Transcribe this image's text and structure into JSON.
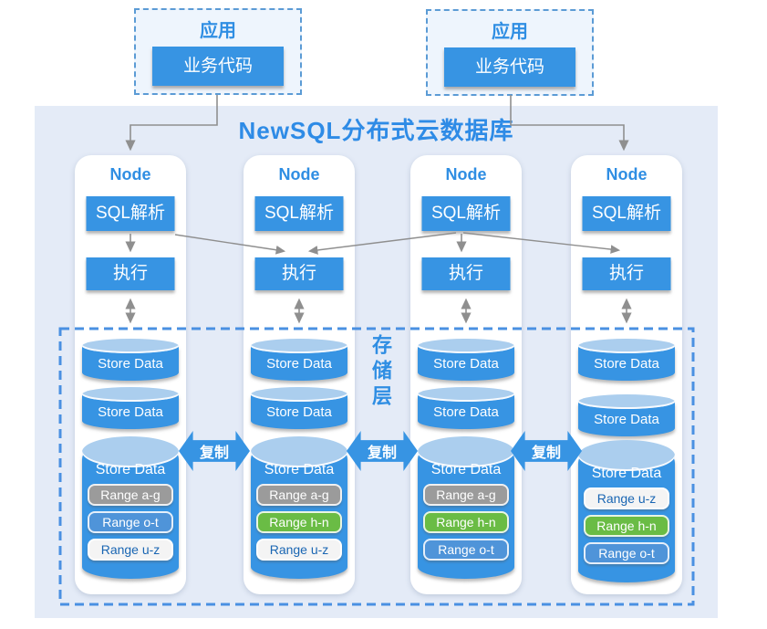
{
  "title": "NewSQL分布式云数据库",
  "apps": [
    {
      "label": "应用",
      "button": "业务代码"
    },
    {
      "label": "应用",
      "button": "业务代码"
    }
  ],
  "storage_label": "存储层",
  "replicate_label": "复制",
  "nodes": [
    {
      "title": "Node",
      "sql_label": "SQL解析",
      "exec_label": "执行",
      "cylinders": [
        "Store Data",
        "Store Data"
      ],
      "big_cylinder": {
        "label": "Store Data",
        "ranges": [
          {
            "label": "Range a-g",
            "color": "gray"
          },
          {
            "label": "Range o-t",
            "color": "blue"
          },
          {
            "label": "Range u-z",
            "color": "white"
          }
        ]
      }
    },
    {
      "title": "Node",
      "sql_label": "SQL解析",
      "exec_label": "执行",
      "cylinders": [
        "Store Data",
        "Store Data"
      ],
      "big_cylinder": {
        "label": "Store Data",
        "ranges": [
          {
            "label": "Range a-g",
            "color": "gray"
          },
          {
            "label": "Range h-n",
            "color": "green"
          },
          {
            "label": "Range u-z",
            "color": "white"
          }
        ]
      }
    },
    {
      "title": "Node",
      "sql_label": "SQL解析",
      "exec_label": "执行",
      "cylinders": [
        "Store Data",
        "Store Data"
      ],
      "big_cylinder": {
        "label": "Store Data",
        "ranges": [
          {
            "label": "Range a-g",
            "color": "gray"
          },
          {
            "label": "Range h-n",
            "color": "green"
          },
          {
            "label": "Range o-t",
            "color": "blue"
          }
        ]
      }
    },
    {
      "title": "Node",
      "sql_label": "SQL解析",
      "exec_label": "执行",
      "cylinders": [
        "Store Data",
        "Store Data"
      ],
      "big_cylinder": {
        "label": "Store Data",
        "ranges": [
          {
            "label": "Range u-z",
            "color": "white"
          },
          {
            "label": "Range h-n",
            "color": "green"
          },
          {
            "label": "Range o-t",
            "color": "blue"
          }
        ]
      }
    }
  ],
  "colors": {
    "primary_blue": "#3794e3",
    "container_bg": "#e4ebf7",
    "cylinder_top": "#abceee",
    "title_blue": "#2f8ee3",
    "dashed_border": "#4a90e2",
    "arrow_gray": "#8f8f8f",
    "range_gray": "#9b9b9b",
    "range_blue": "#4f94d9",
    "range_green": "#6abc45",
    "range_white_bg": "#f4f4f4",
    "range_white_text": "#1a66b3"
  }
}
